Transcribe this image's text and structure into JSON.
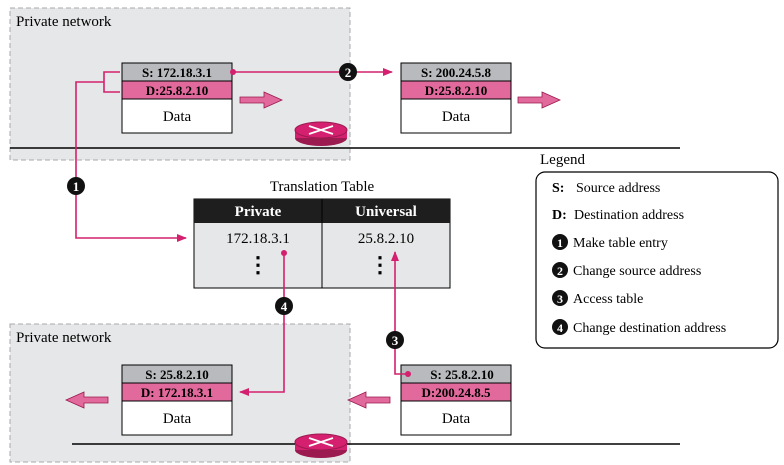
{
  "regions": {
    "top_label": "Private network",
    "bottom_label": "Private network"
  },
  "packets": {
    "top_left": {
      "source": "S: 172.18.3.1",
      "destination": "D:25.8.2.10",
      "payload": "Data"
    },
    "top_right": {
      "source": "S: 200.24.5.8",
      "destination": "D:25.8.2.10",
      "payload": "Data"
    },
    "bottom_left": {
      "source": "S: 25.8.2.10",
      "destination": "D: 172.18.3.1",
      "payload": "Data"
    },
    "bottom_right": {
      "source": "S: 25.8.2.10",
      "destination": "D:200.24.8.5",
      "payload": "Data"
    }
  },
  "table": {
    "title": "Translation Table",
    "headers": [
      "Private",
      "Universal"
    ],
    "rows": [
      [
        "172.18.3.1",
        "25.8.2.10"
      ]
    ],
    "continuation": "⋮"
  },
  "steps": [
    "1",
    "2",
    "3",
    "4"
  ],
  "legend": {
    "title": "Legend",
    "items": [
      {
        "key": "S:",
        "text": "Source address"
      },
      {
        "key": "D:",
        "text": "Destination address"
      },
      {
        "key": "1",
        "text": "Make table entry"
      },
      {
        "key": "2",
        "text": "Change source address"
      },
      {
        "key": "3",
        "text": "Access table"
      },
      {
        "key": "4",
        "text": "Change destination address"
      }
    ]
  },
  "colors": {
    "accent": "#d4206e",
    "header_gray": "#b9babd",
    "dest_pink": "#e2699b",
    "region_fill": "#e6e7e8",
    "region_border": "#a9aaad",
    "table_header": "#1e1e1e",
    "table_body": "#e6e7e8",
    "router_fill": "#d4206e"
  },
  "icons": [
    "router-icon",
    "forward-arrow-icon",
    "backward-arrow-icon",
    "vertical-dots-icon"
  ]
}
